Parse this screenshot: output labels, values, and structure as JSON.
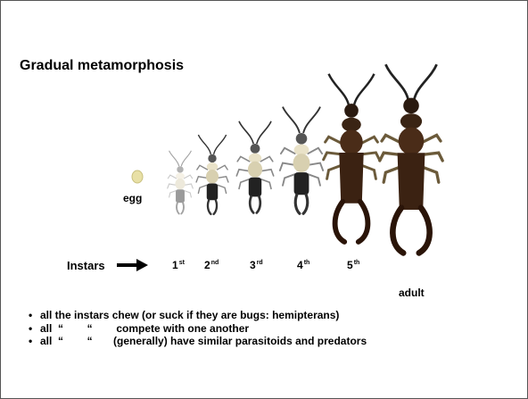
{
  "title": "Gradual metamorphosis",
  "labels": {
    "egg": "egg",
    "instars": "Instars",
    "i1": {
      "n": "1",
      "s": "st"
    },
    "i2": {
      "n": "2",
      "s": "nd"
    },
    "i3": {
      "n": "3",
      "s": "rd"
    },
    "i4": {
      "n": "4",
      "s": "th"
    },
    "i5": {
      "n": "5",
      "s": "th"
    },
    "adult": "adult"
  },
  "bullets": [
    {
      "marker": "•",
      "text": "all the instars chew (or suck if they are bugs: hemipterans)"
    },
    {
      "marker": "•",
      "text": "all  “        “        compete with one another"
    },
    {
      "marker": "•",
      "text": "all  “        “       (generally) have similar parasitoids and predators"
    }
  ],
  "icons": [
    "egg-icon",
    "earwig-instar-1-icon",
    "earwig-instar-2-icon",
    "earwig-instar-3-icon",
    "earwig-instar-4-icon",
    "earwig-instar-5-icon",
    "earwig-adult-icon",
    "right-arrow-icon"
  ]
}
